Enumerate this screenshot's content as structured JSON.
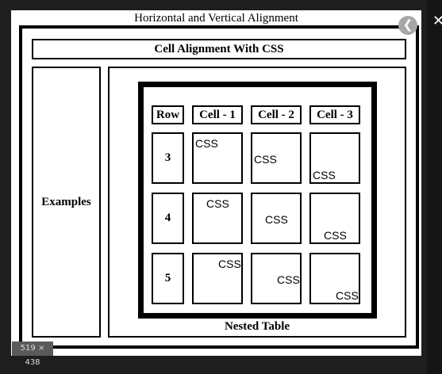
{
  "caption": "Horizontal and Vertical Alignment",
  "header": "Cell Alignment With CSS",
  "side_label": "Examples",
  "nested_label": "Nested Table",
  "columns": [
    "Row",
    "Cell - 1",
    "Cell - 2",
    "Cell - 3"
  ],
  "rows": [
    {
      "number": "3",
      "cells": [
        {
          "text": "CSS",
          "align": "top-left"
        },
        {
          "text": "CSS",
          "align": "middle-left"
        },
        {
          "text": "CSS",
          "align": "bottom-left"
        }
      ]
    },
    {
      "number": "4",
      "cells": [
        {
          "text": "CSS",
          "align": "top-center"
        },
        {
          "text": "CSS",
          "align": "middle-center"
        },
        {
          "text": "CSS",
          "align": "bottom-center"
        }
      ]
    },
    {
      "number": "5",
      "cells": [
        {
          "text": "CSS",
          "align": "top-right"
        },
        {
          "text": "CSS",
          "align": "middle-right"
        },
        {
          "text": "CSS",
          "align": "bottom-right"
        }
      ]
    }
  ],
  "back_icon": "chevron-left-icon",
  "close_icon": "close-icon",
  "dimension_badge": "519 × 438"
}
